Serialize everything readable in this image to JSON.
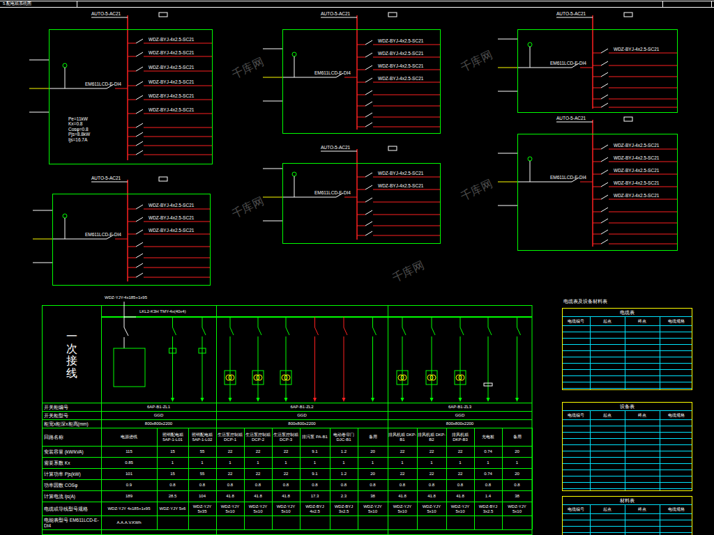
{
  "diagram": {
    "title": "5.配电箱系统图",
    "nodes": [
      {
        "text": [
          "EM611LCD-E-DI4"
        ]
      },
      {
        "text": [
          "EM611LCD-E-DI4"
        ]
      },
      {
        "text": [
          "EM611LCD-E-DI4"
        ]
      },
      {
        "text": [
          "EM611LCD-E-DI4"
        ]
      },
      {
        "text": [
          "EM611LCD-E-DI4"
        ]
      },
      {
        "text": [
          "EM611LCD-E-DI4"
        ]
      },
      {
        "text": [
          "电缆表"
        ]
      },
      {
        "text": [
          "设备表"
        ]
      },
      {
        "text": [
          "材料表"
        ]
      }
    ],
    "labels": [
      "AUTO-5-AC21",
      "WDZ-BYJ-4x2.5-SC21",
      "WDZ-BYJ-4x2.5-SC21",
      "WDZ-BYJ-4x2.5-SC21",
      "WDZ-BYJ-4x2.5-SC21",
      "WDZ-BYJ-4x2.5-SC21",
      "WDZ-BYJ-4x2.5-SC21",
      "Pe=11kW Kx=0.8 Cosφ=0.8 Pjs=8.8kW Ijs=16.7A",
      "AUTO-5-AC21",
      "WDZ-BYJ-4x2.5-SC21",
      "WDZ-BYJ-4x2.5-SC21",
      "WDZ-BYJ-4x2.5-SC21",
      "WDZ-BYJ-4x2.5-SC21",
      "AUTO-5-AC21",
      "WDZ-BYJ-4x2.5-SC21",
      "AUTO-5-AC21",
      "WDZ-BYJ-4x2.5-SC21",
      "WDZ-BYJ-4x2.5-SC21",
      "WDZ-BYJ-4x2.5-SC21",
      "AUTO-5-AC21",
      "WDZ-BYJ-4x2.5-SC21",
      "WDZ-BYJ-4x2.5-SC21",
      "AUTO-5-AC21",
      "WDZ-BYJ-4x2.5-SC21",
      "WDZ-BYJ-4x2.5-SC21",
      "WDZ-BYJ-4x2.5-SC21",
      "WDZ-BYJ-4x2.5-SC21",
      "WDZ-BYJ-4x2.5-SC21",
      "WDZ-YJY-4x185+1x95",
      "LKL2-K3H TMY-4x(40x4)",
      "一次接线",
      "开关柜编号",
      "开关柜型号",
      "柜宽x柜深x柜高(mm)",
      "回路名称",
      "安装容量 (kW/kVA)",
      "需要系数 Kx",
      "计算功率 Pjs(kW)",
      "功率因数 COSφ",
      "计算电流 Ijs(A)",
      "电缆或导线型号规格",
      "电能表型号 EM611LCD-E-DI4",
      "6AP-B1-ZL1",
      "6AP-B1-ZL2",
      "6AP-B1-ZL3",
      "GGD",
      "GGD",
      "GGD",
      "800x800x2200",
      "800x800x2200",
      "800x800x2200",
      "电源进线",
      "照明配电箱 5AP-1-L01",
      "照明配电箱 5AP-1-L02",
      "生活泵控制箱 DCP-1",
      "生活泵控制箱 DCP-2",
      "生活泵控制箱 DCP-3",
      "排污泵 PA-B1",
      "电动卷帘门 DJC-B1",
      "备用",
      "排风机箱 DKP-B1",
      "排风机箱 DKP-B2",
      "排风机箱 DKP-B3",
      "充电桩",
      "备用",
      "115",
      "15",
      "55",
      "22",
      "22",
      "22",
      "9.1",
      "1.2",
      "20",
      "22",
      "22",
      "22",
      "0.74",
      "20",
      "0.85",
      "1",
      "1",
      "1",
      "1",
      "1",
      "1",
      "1",
      "1",
      "1",
      "1",
      "1",
      "1",
      "1",
      "101",
      "15",
      "55",
      "22",
      "22",
      "22",
      "9.1",
      "1.2",
      "20",
      "22",
      "22",
      "22",
      "0.74",
      "20",
      "0.9",
      "0.8",
      "0.8",
      "0.8",
      "0.8",
      "0.8",
      "0.8",
      "0.8",
      "0.8",
      "0.8",
      "0.8",
      "0.8",
      "0.8",
      "0.8",
      "189",
      "28.5",
      "104",
      "41.8",
      "41.8",
      "41.8",
      "17.3",
      "2.3",
      "38",
      "41.8",
      "41.8",
      "41.8",
      "1.4",
      "38",
      "WDZ-YJY 4x185+1x95",
      "WDZ-YJY 5x6",
      "WDZ-YJY 5x35",
      "WDZ-YJY 5x10",
      "WDZ-YJY 5x10",
      "WDZ-YJY 5x10",
      "WDZ-BYJ 4x2.5",
      "WDZ-BYJ 3x2.5",
      "WDZ-YJY 5x10",
      "WDZ-YJY 5x10",
      "WDZ-YJY 5x10",
      "WDZ-YJY 5x10",
      "WDZ-BYJ 3x2.5",
      "WDZ-YJY 5x10",
      "A.A.A.V.KWh",
      "电缆表及设备材料表",
      "电缆编号",
      "起点",
      "终点",
      "电缆规格",
      "电缆编号",
      "起点",
      "终点",
      "电缆规格",
      "电缆编号",
      "起点",
      "终点",
      "电缆规格",
      "千库网",
      "千库网",
      "千库网",
      "千库网",
      "千库网"
    ]
  }
}
